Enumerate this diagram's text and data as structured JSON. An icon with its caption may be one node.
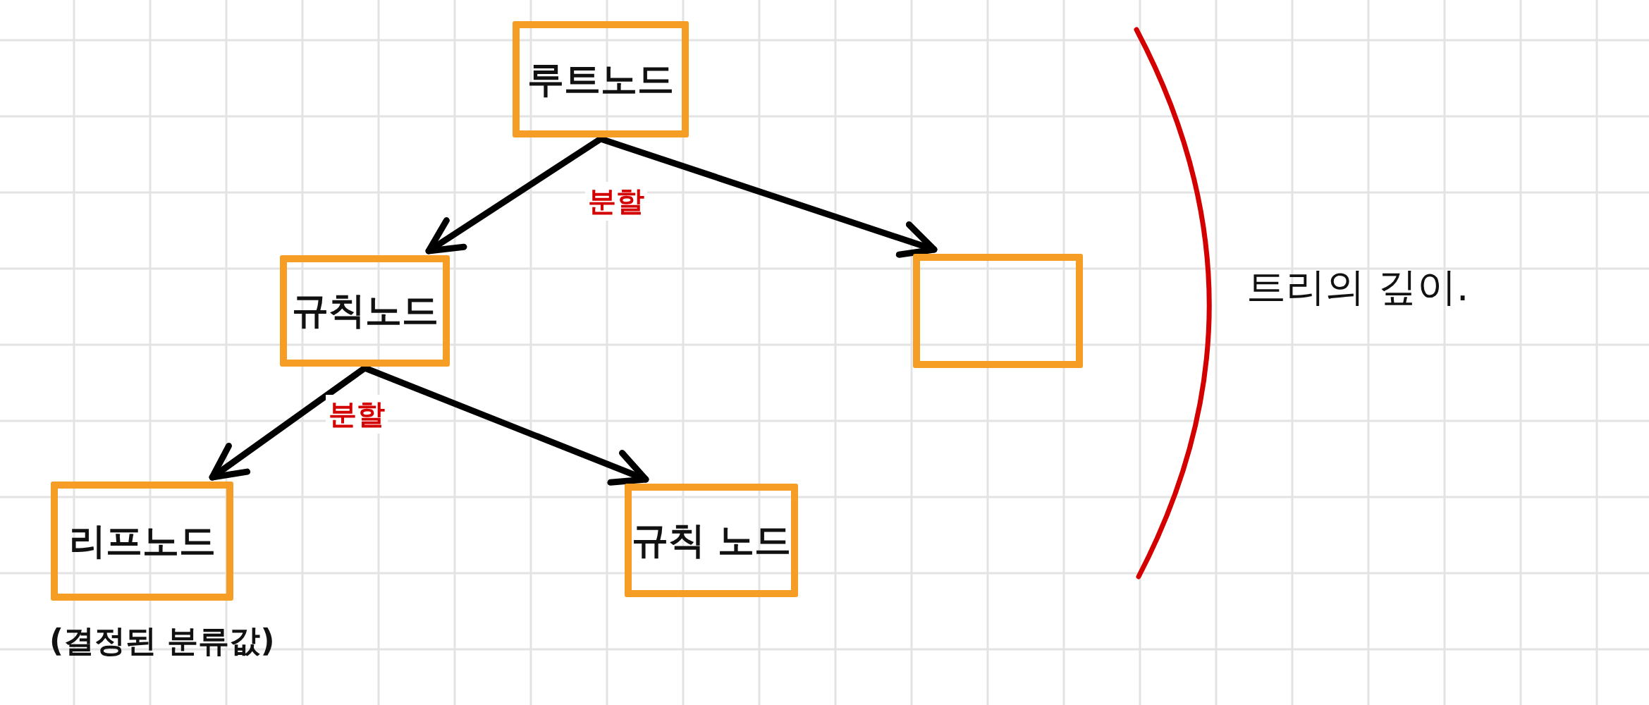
{
  "diagram": {
    "nodes": [
      {
        "text": [
          "루트노드"
        ]
      },
      {
        "text": [
          "규칙노드"
        ]
      },
      {
        "text": [],
        "shape": "box"
      },
      {
        "text": [
          "리프노드"
        ],
        "beside": [
          "(결정된 분류값)"
        ]
      },
      {
        "text": [
          "규칙 노드"
        ]
      }
    ],
    "edges": [
      {
        "from": 0,
        "to": 1,
        "arrow": "to",
        "label": "분할"
      },
      {
        "from": 0,
        "to": 2,
        "arrow": "to"
      },
      {
        "from": 1,
        "to": 3,
        "arrow": "to",
        "label": "분할"
      },
      {
        "from": 1,
        "to": 4,
        "arrow": "to"
      }
    ],
    "labels": [
      "트리의 깊이."
    ]
  }
}
